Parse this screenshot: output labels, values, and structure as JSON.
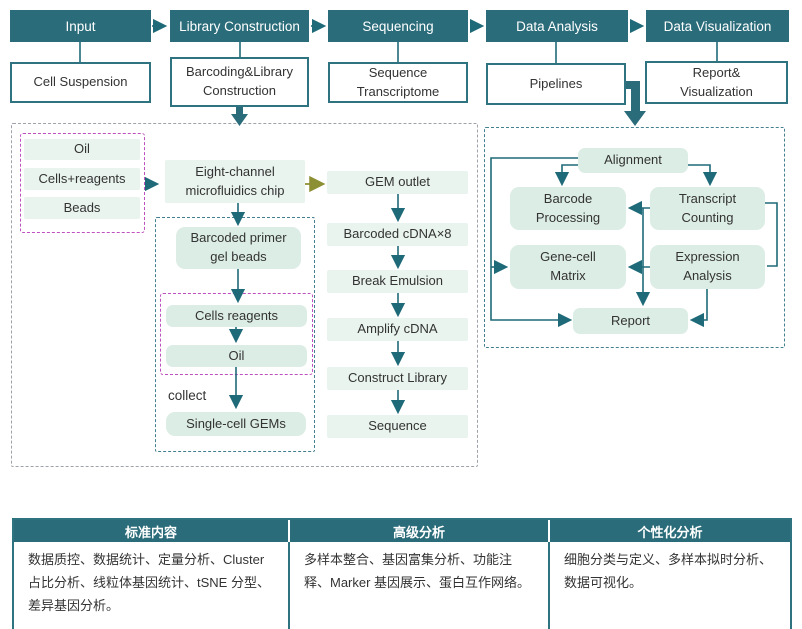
{
  "flow": {
    "stages": [
      {
        "title": "Input",
        "sub": "Cell Suspension"
      },
      {
        "title": "Library Construction",
        "sub": "Barcoding&Library\nConstruction"
      },
      {
        "title": "Sequencing",
        "sub": "Sequence\nTranscriptome"
      },
      {
        "title": "Data Analysis",
        "sub": "Pipelines"
      },
      {
        "title": "Data Visualization",
        "sub": "Report&\nVisualization"
      }
    ]
  },
  "gem_generation": {
    "inputs": [
      "Oil",
      "Cells+reagents",
      "Beads"
    ],
    "chip": "Eight-channel\nmicrofluidics chip",
    "gel_beads": "Barcoded primer\ngel beads",
    "droplet": [
      "Cells reagents",
      "Oil"
    ],
    "collect_label": "collect",
    "gems": "Single-cell GEMs"
  },
  "library_steps": [
    "GEM outlet",
    "Barcoded cDNA×8",
    "Break Emulsion",
    "Amplify cDNA",
    "Construct Library",
    "Sequence"
  ],
  "analysis": {
    "alignment": "Alignment",
    "barcode_processing": "Barcode\nProcessing",
    "transcript_counting": "Transcript\nCounting",
    "gene_cell_matrix": "Gene-cell\nMatrix",
    "expression_analysis": "Expression\nAnalysis",
    "report": "Report"
  },
  "table": {
    "columns": [
      {
        "header": "标准内容",
        "body": "数据质控、数据统计、定量分析、Cluster 占比分析、线粒体基因统计、tSNE 分型、差异基因分析。"
      },
      {
        "header": "高级分析",
        "body": "多样本整合、基因富集分析、功能注释、Marker 基因展示、蛋白互作网络。"
      },
      {
        "header": "个性化分析",
        "body": "细胞分类与定义、多样本拟时分析、数据可视化。"
      }
    ]
  },
  "colors": {
    "dark_teal": "#2B6C7A",
    "teal_line": "#1E6A78",
    "box_fill": "#E9F4EE",
    "rounded_fill": "#DCEDE5",
    "magenta_dash": "#BD4FBE",
    "teal_dash": "#44808F",
    "gray_dash": "#9DA3A8",
    "olive_arrow": "#8D8F35",
    "text": "#333333"
  }
}
